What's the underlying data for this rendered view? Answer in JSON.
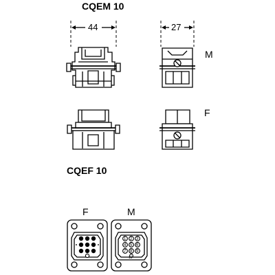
{
  "titles": {
    "cqem": "CQEM 10",
    "cqef": "CQEF 10"
  },
  "dimensions": {
    "width": "44",
    "depth": "27"
  },
  "labels": {
    "male": "M",
    "female": "F",
    "face_female": "F",
    "face_male": "M"
  },
  "pin_numbers": {
    "male": [
      "1",
      "2",
      "3",
      "4",
      "5",
      "6",
      "7",
      "8",
      "9",
      "10"
    ]
  }
}
